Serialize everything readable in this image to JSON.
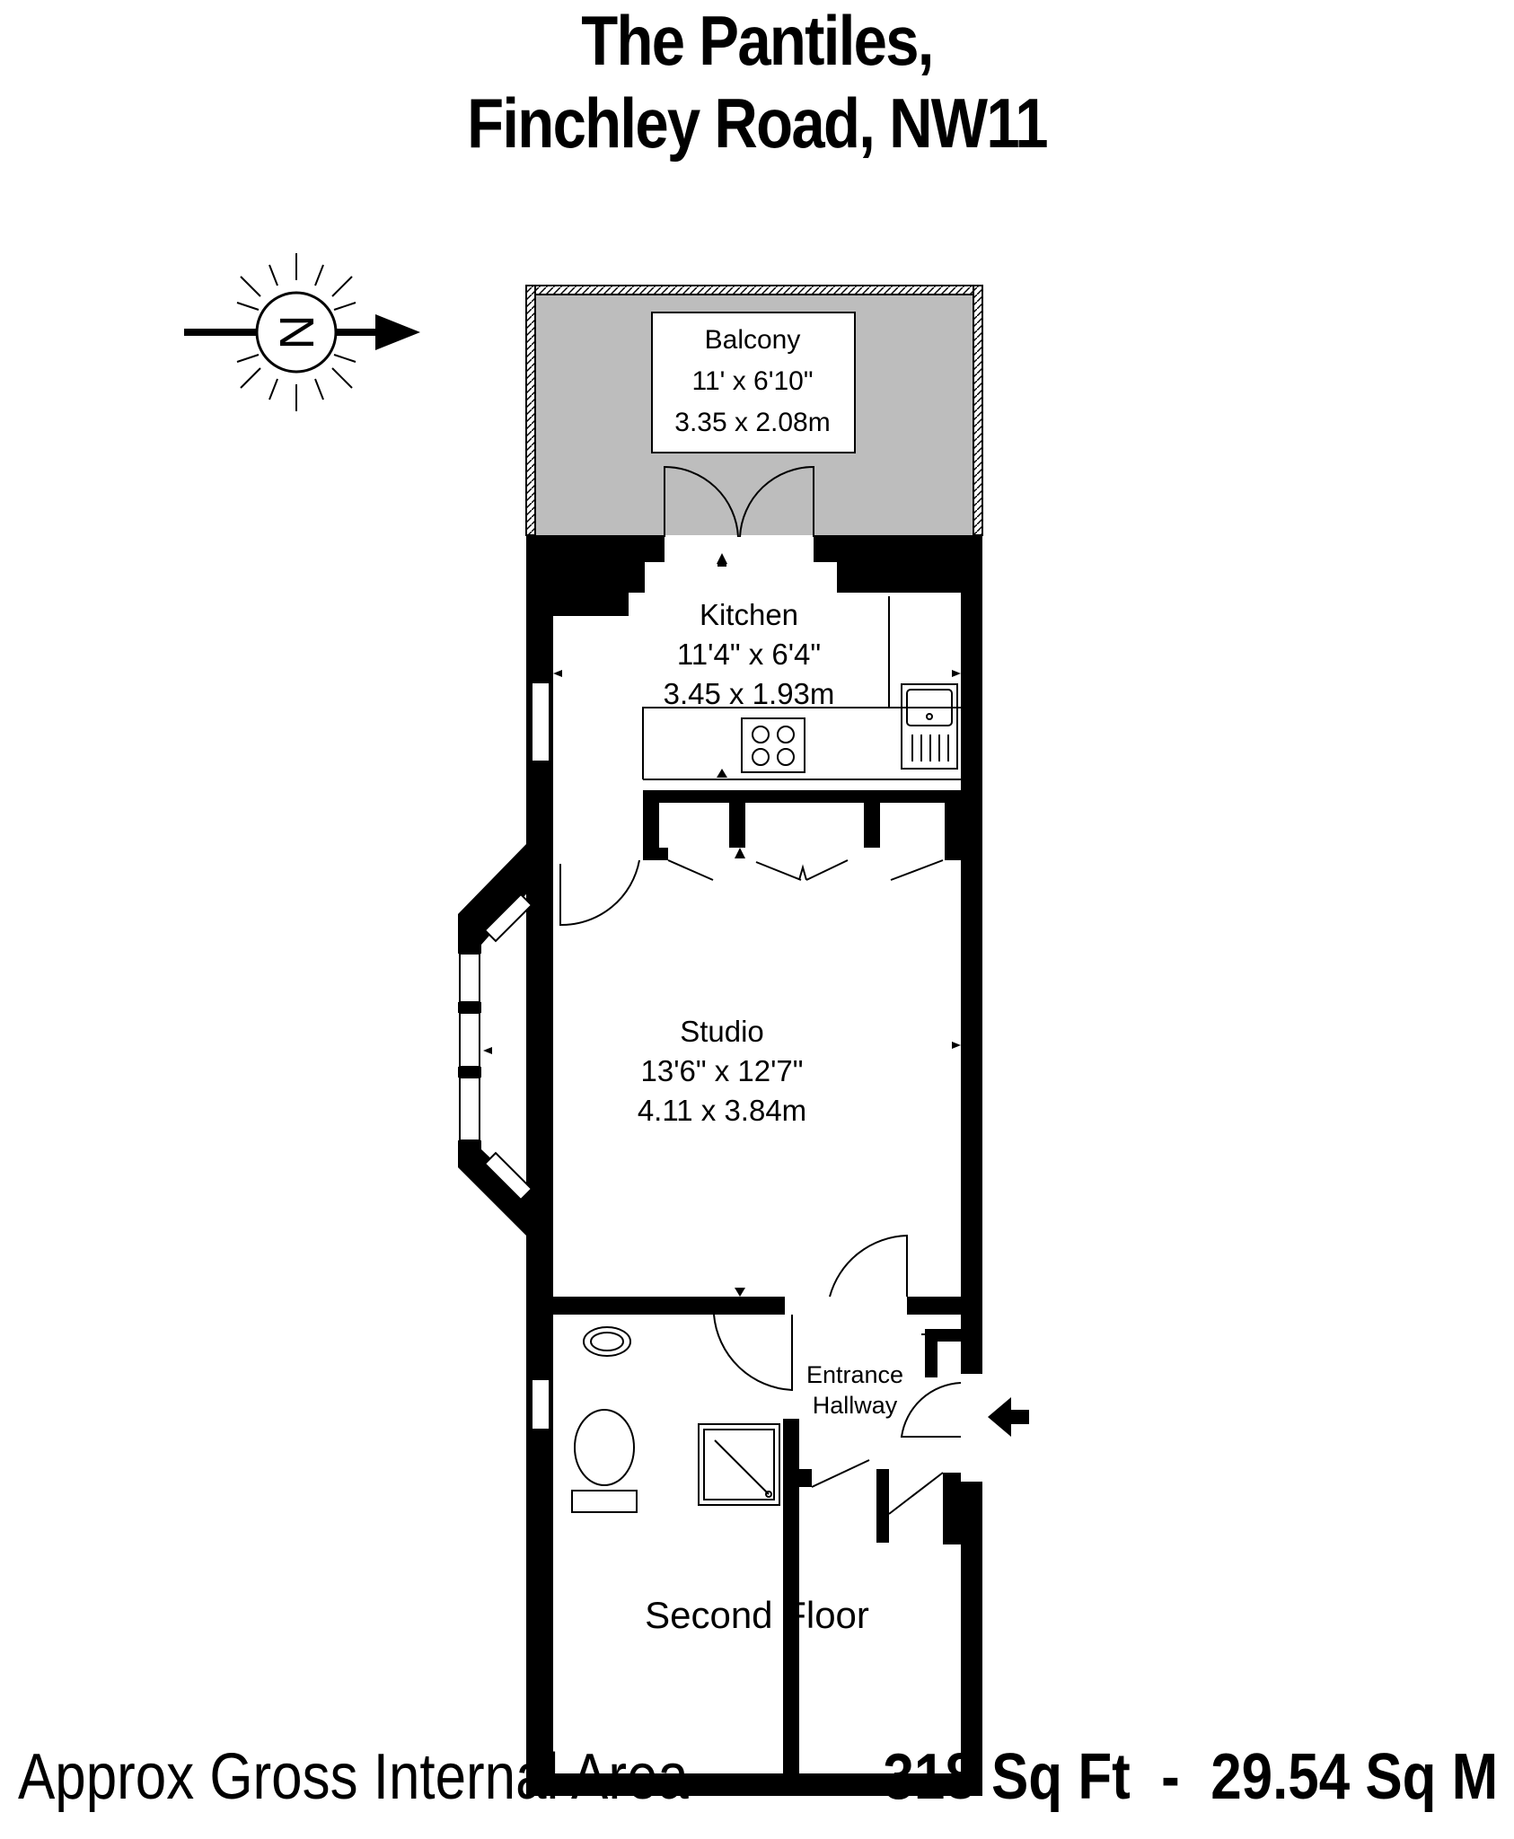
{
  "title": {
    "line1": "The Pantiles,",
    "line2": "Finchley Road, NW11"
  },
  "compass": {
    "letter": "N",
    "icon": "north-compass-icon"
  },
  "rooms": {
    "balcony": {
      "name": "Balcony",
      "imperial": "11' x 6'10\"",
      "metric": "3.35 x 2.08m"
    },
    "kitchen": {
      "name": "Kitchen",
      "imperial": "11'4\" x 6'4\"",
      "metric": "3.45 x 1.93m"
    },
    "studio": {
      "name": "Studio",
      "imperial": "13'6\" x 12'7\"",
      "metric": "4.11 x 3.84m"
    },
    "entrance": {
      "line1": "Entrance",
      "line2": "Hallway"
    }
  },
  "floor_label": "Second Floor",
  "area": {
    "label": "Approx Gross Internal Area",
    "value": "318 Sq Ft  -  29.54 Sq M"
  },
  "colors": {
    "wall": "#000000",
    "balcony_fill": "#bdbdbd",
    "background": "#ffffff"
  }
}
